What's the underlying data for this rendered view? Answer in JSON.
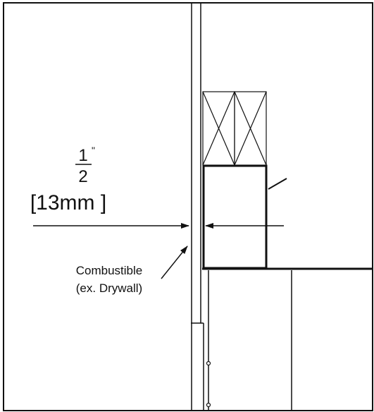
{
  "dimension": {
    "numerator": "1",
    "inch_mark": "\"",
    "denominator": "2",
    "metric": "[13mm ]"
  },
  "callout": {
    "line1": "Combustible",
    "line2": "(ex. Drywall)"
  },
  "colors": {
    "line": "#111111",
    "background": "#ffffff"
  }
}
